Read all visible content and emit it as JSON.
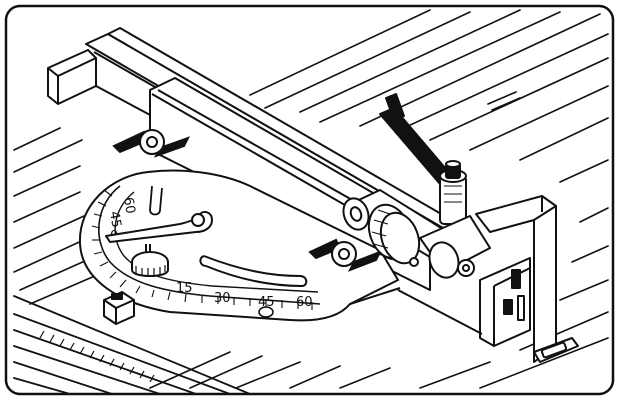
{
  "figure": {
    "line_color": "#111111",
    "background": "#ffffff",
    "scale_left": {
      "top": "60",
      "mid": "45",
      "low": "0"
    },
    "scale_bottom": {
      "t1": "15",
      "t2": "30",
      "t3": "45",
      "t4": "60"
    }
  }
}
